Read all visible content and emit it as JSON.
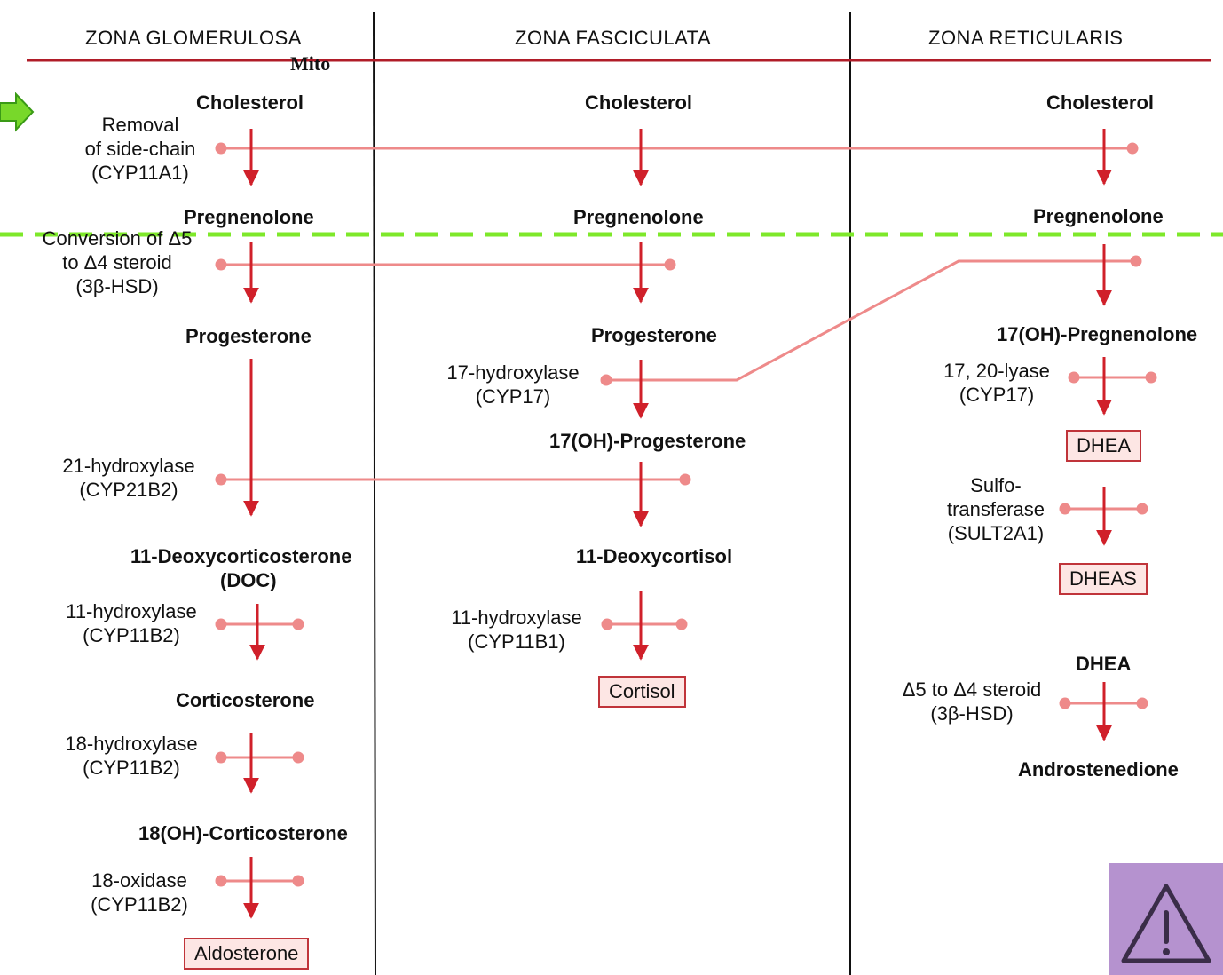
{
  "headers": {
    "glomerulosa": "ZONA GLOMERULOSA",
    "fasciculata": "ZONA FASCICULATA",
    "reticularis": "ZONA RETICULARIS"
  },
  "mito_label": "Mito",
  "glomerulosa": {
    "cholesterol": "Cholesterol",
    "pregnenolone": "Pregnenolone",
    "progesterone": "Progesterone",
    "doc_line1": "11-Deoxycorticosterone",
    "doc_line2": "(DOC)",
    "corticosterone": "Corticosterone",
    "oh_corticosterone": "18(OH)-Corticosterone",
    "aldosterone": "Aldosterone"
  },
  "fasciculata": {
    "cholesterol": "Cholesterol",
    "pregnenolone": "Pregnenolone",
    "progesterone": "Progesterone",
    "oh_progesterone": "17(OH)-Progesterone",
    "deoxycortisol": "11-Deoxycortisol",
    "cortisol": "Cortisol"
  },
  "reticularis": {
    "cholesterol": "Cholesterol",
    "pregnenolone": "Pregnenolone",
    "oh_pregnenolone": "17(OH)-Pregnenolone",
    "dhea": "DHEA",
    "dheas": "DHEAS",
    "dhea2": "DHEA",
    "androstenedione": "Androstenedione"
  },
  "enzymes": {
    "side_chain": [
      "Removal",
      "of side-chain",
      "(CYP11A1)"
    ],
    "hsd": [
      "Conversion of Δ5",
      "to Δ4 steroid",
      "(3β-HSD)"
    ],
    "hydroxylase17": [
      "17-hydroxylase",
      "(CYP17)"
    ],
    "hydroxylase21": [
      "21-hydroxylase",
      "(CYP21B2)"
    ],
    "hydroxylase11_g": [
      "11-hydroxylase",
      "(CYP11B2)"
    ],
    "hydroxylase11_f": [
      "11-hydroxylase",
      "(CYP11B1)"
    ],
    "hydroxylase18": [
      "18-hydroxylase",
      "(CYP11B2)"
    ],
    "oxidase18": [
      "18-oxidase",
      "(CYP11B2)"
    ],
    "lyase": [
      "17, 20-lyase",
      "(CYP17)"
    ],
    "sulfo": [
      "Sulfo-",
      "transferase",
      "(SULT2A1)"
    ],
    "hsd_r": [
      "Δ5 to Δ4 steroid",
      "(3β-HSD)"
    ]
  },
  "colors": {
    "arrow": "#d0202a",
    "enzyme_line": "#ee8a8a",
    "header_rule": "#b01c28",
    "dashed_marker": "#7ee82a",
    "box_border": "#c0343a",
    "box_fill": "#fde6e4",
    "warning_bg": "#b592cf"
  },
  "icons": {
    "pointer": "green-arrow-icon",
    "warning": "warning-icon"
  }
}
